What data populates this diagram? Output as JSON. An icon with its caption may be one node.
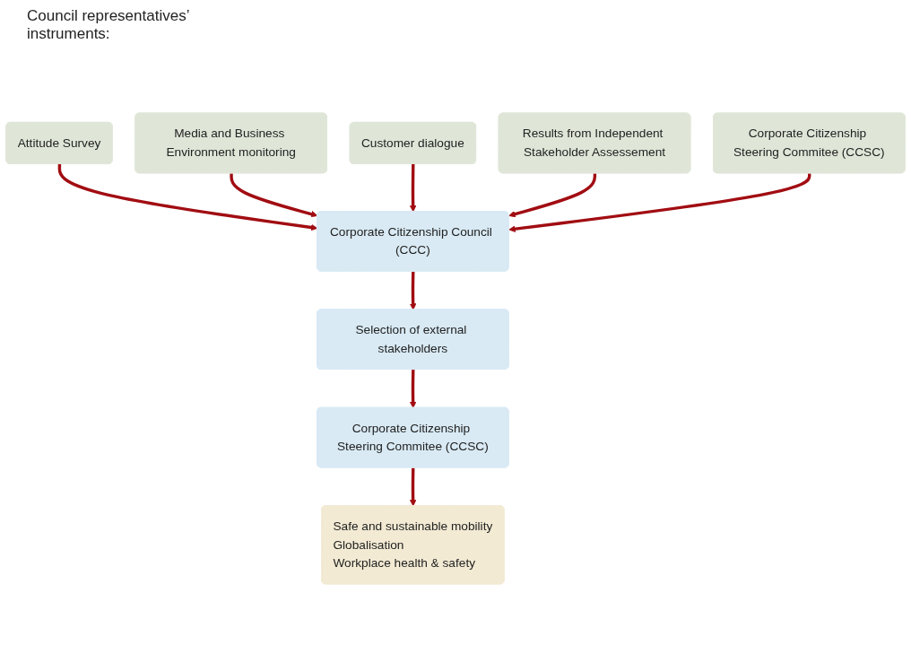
{
  "diagram": {
    "nodes": [
      {
        "text": [
          "Attitude Survey"
        ]
      },
      {
        "text": [
          "Media and Business Environment monitoring"
        ]
      },
      {
        "text": [
          "Customer dialogue"
        ]
      },
      {
        "text": [
          "Corporate Citizenship Council (CCC)"
        ]
      },
      {
        "text": [
          "Results from Independent Stakeholder Assessement"
        ]
      },
      {
        "text": [
          "Corporate Citizenship Steering Commitee (CCSC)"
        ]
      },
      {
        "text": [
          "Selection of external stakeholders"
        ]
      },
      {
        "text": [
          "Corporate Citizenship Steering Commitee (CCSC)"
        ]
      },
      {
        "text": [
          "Safe and sustainable mobility",
          "Globalisation",
          "Workplace health & safety"
        ]
      }
    ],
    "edges": [
      {
        "from": 0,
        "to": 3,
        "arrow": "to"
      },
      {
        "from": 1,
        "to": 3,
        "arrow": "to"
      },
      {
        "from": 2,
        "to": 3,
        "arrow": "to"
      },
      {
        "from": 4,
        "to": 3,
        "arrow": "to"
      },
      {
        "from": 5,
        "to": 3,
        "arrow": "to"
      },
      {
        "from": 3,
        "to": 6,
        "arrow": "to"
      },
      {
        "from": 6,
        "to": 7,
        "arrow": "to"
      },
      {
        "from": 7,
        "to": 8,
        "arrow": "to"
      }
    ],
    "labels": [
      "Council representatives’ instruments:"
    ]
  }
}
